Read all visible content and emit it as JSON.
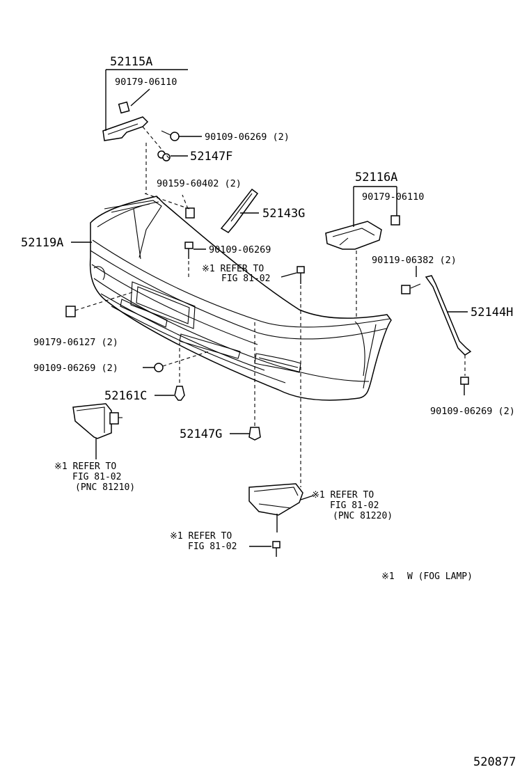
{
  "labels": {
    "bracket_left": "52115A",
    "clip_left_top": "90179-06110",
    "screw_left_top": "90109-06269 (2)",
    "retainer_52147f": "52147F",
    "nut_left": "90159-60402 (2)",
    "bracket_center": "52143G",
    "bumper_cover": "52119A",
    "screw_center": "90109-06269",
    "bracket_right": "52116A",
    "clip_right_top": "90179-06110",
    "screw_right": "90119-06382 (2)",
    "stay_right": "52144H",
    "clip_left_low": "90179-06127 (2)",
    "screw_left_low": "90109-06269 (2)",
    "retainer_52161c": "52161C",
    "retainer_52147g": "52147G",
    "screw_right_low": "90109-06269 (2)",
    "diagram_number": "520877"
  },
  "references": {
    "center_bolt": [
      "※1 REFER TO",
      "FIG 81-02"
    ],
    "fog_left": [
      "※1 REFER TO",
      "FIG 81-02",
      "(PNC 81210)"
    ],
    "fog_right": [
      "※1 REFER TO",
      "FIG 81-02",
      "(PNC 81220)"
    ],
    "bottom_bolt": [
      "※1 REFER TO",
      "FIG 81-02"
    ]
  },
  "legend": {
    "mark": "※1",
    "text": "W (FOG LAMP)"
  }
}
